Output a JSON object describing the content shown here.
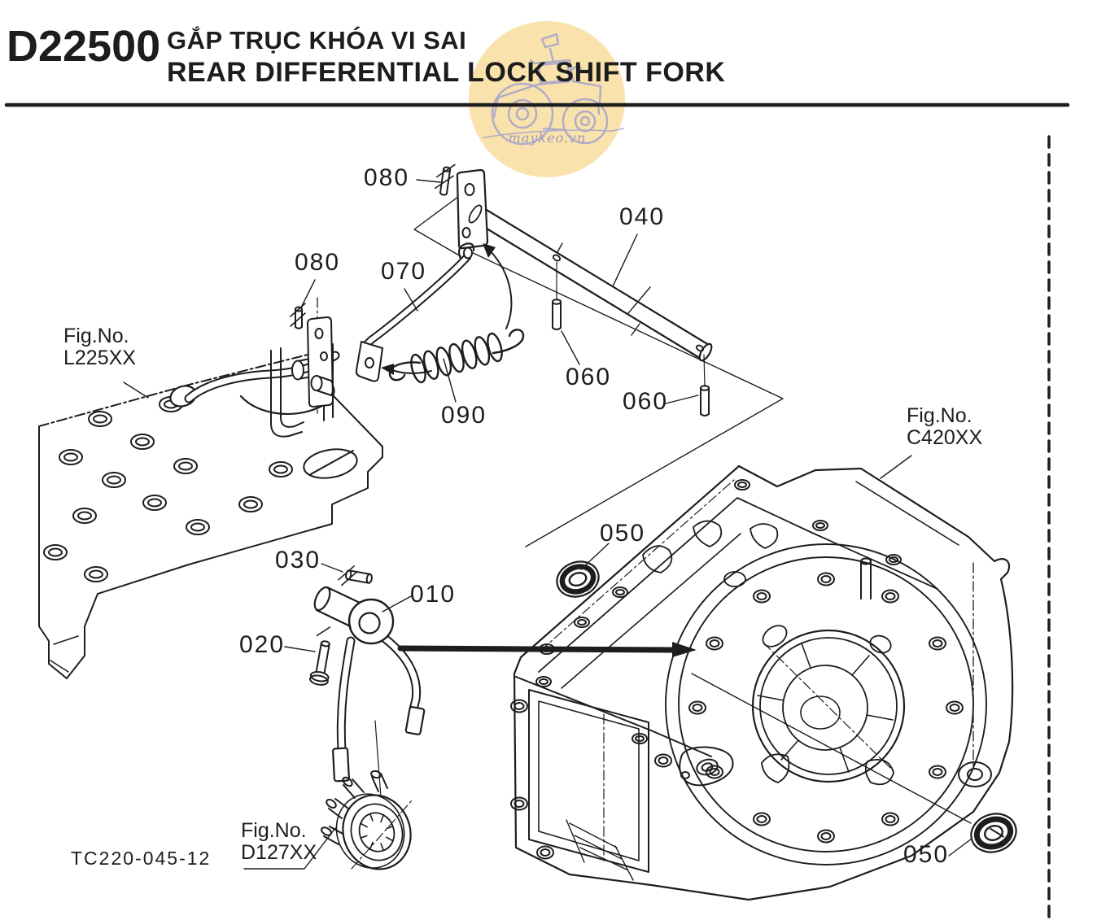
{
  "header": {
    "code": "D22500",
    "title_vi": "GẮP TRỤC KHÓA VI SAI",
    "title_en": "REAR DIFFERENTIAL LOCK SHIFT FORK"
  },
  "watermark": {
    "site": "maykeo.vn",
    "circle_color": "#F9E2AC",
    "art_color": "#A9A6C9"
  },
  "callouts": [
    {
      "id": "080-top",
      "text": "080"
    },
    {
      "id": "040",
      "text": "040"
    },
    {
      "id": "080-left",
      "text": "080"
    },
    {
      "id": "070",
      "text": "070"
    },
    {
      "id": "060-a",
      "text": "060"
    },
    {
      "id": "060-b",
      "text": "060"
    },
    {
      "id": "090",
      "text": "090"
    },
    {
      "id": "050-a",
      "text": "050"
    },
    {
      "id": "030",
      "text": "030"
    },
    {
      "id": "010",
      "text": "010"
    },
    {
      "id": "020",
      "text": "020"
    },
    {
      "id": "050-b",
      "text": "050"
    }
  ],
  "fig_refs": [
    {
      "id": "L225XX",
      "label": "Fig.No.",
      "code": "L225XX"
    },
    {
      "id": "C420XX",
      "label": "Fig.No.",
      "code": "C420XX"
    },
    {
      "id": "D127XX",
      "label": "Fig.No.",
      "code": "D127XX"
    }
  ],
  "drawing_code": "TC220-045-12",
  "colors": {
    "ink": "#1d1d1d",
    "watermark_fill": "#F9E2AC",
    "watermark_art": "#A9A6C9"
  }
}
